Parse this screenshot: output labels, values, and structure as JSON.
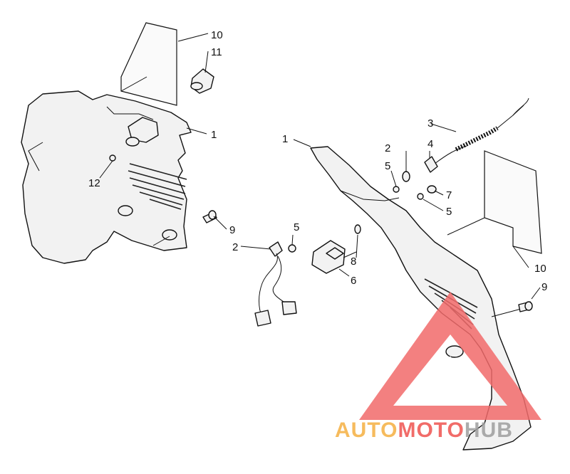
{
  "diagram": {
    "callouts": [
      {
        "id": "c-10-left",
        "label": "10"
      },
      {
        "id": "c-11",
        "label": "11"
      },
      {
        "id": "c-1-left",
        "label": "1"
      },
      {
        "id": "c-12",
        "label": "12"
      },
      {
        "id": "c-9-left",
        "label": "9"
      },
      {
        "id": "c-1-right",
        "label": "1"
      },
      {
        "id": "c-2-top",
        "label": "2"
      },
      {
        "id": "c-3",
        "label": "3"
      },
      {
        "id": "c-4",
        "label": "4"
      },
      {
        "id": "c-5-a",
        "label": "5"
      },
      {
        "id": "c-7",
        "label": "7"
      },
      {
        "id": "c-5-b",
        "label": "5"
      },
      {
        "id": "c-5-c",
        "label": "5"
      },
      {
        "id": "c-2-bottom",
        "label": "2"
      },
      {
        "id": "c-8",
        "label": "8"
      },
      {
        "id": "c-6",
        "label": "6"
      },
      {
        "id": "c-10-right",
        "label": "10"
      },
      {
        "id": "c-9-right",
        "label": "9"
      }
    ]
  },
  "watermark": {
    "part1": "AUTO",
    "part2": "MOTO",
    "part3": "HUB",
    "colors": {
      "auto": "#f5b041",
      "moto": "#ef5350",
      "hub": "#9e9e9e",
      "triangle": "#f26b6b"
    }
  }
}
